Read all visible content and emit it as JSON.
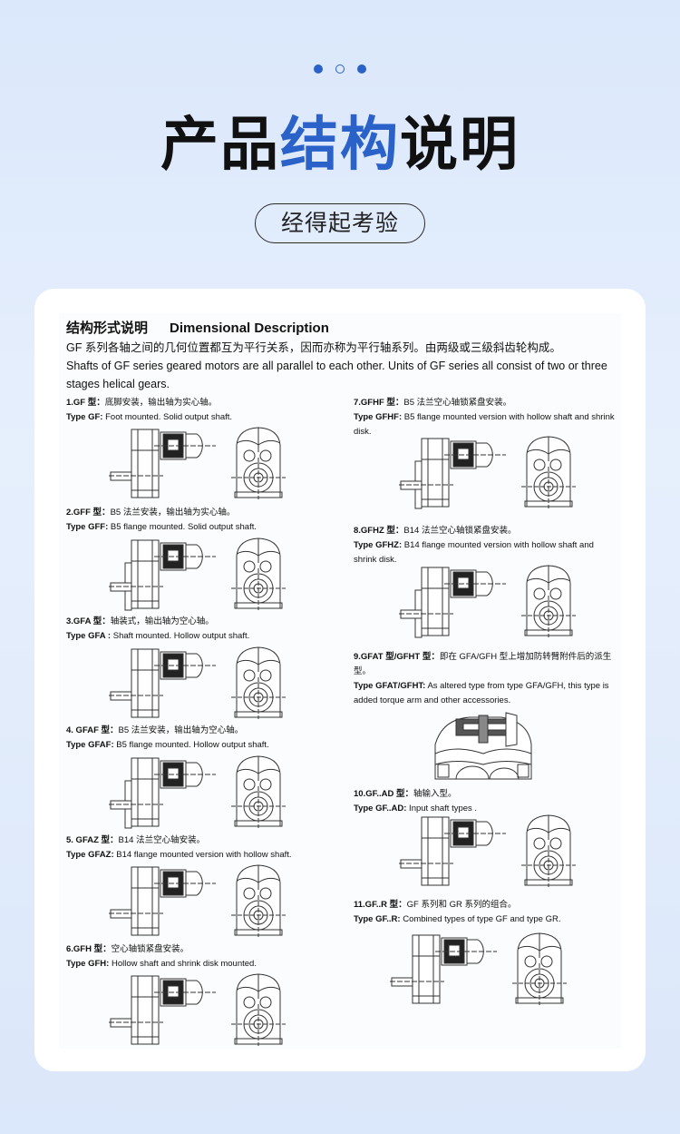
{
  "header": {
    "title_part1": "产品",
    "title_part2": "结构",
    "title_part3": "说明",
    "subtitle": "经得起考验",
    "accent": "#2a62c9"
  },
  "doc": {
    "heading_cn": "结构形式说明",
    "heading_en": "Dimensional Description",
    "intro_cn": "GF 系列各轴之间的几何位置都互为平行关系，因而亦称为平行轴系列。由两级或三级斜齿轮构成。",
    "intro_en": "Shafts of GF series geared motors are all parallel to each other. Units of GF series all consist of two or three stages helical gears.",
    "items": [
      {
        "cn_label": "1.GF 型：",
        "cn": "底脚安装，输出轴为实心轴。",
        "en_label": "Type GF:",
        "en": " Foot mounted. Solid output shaft."
      },
      {
        "cn_label": "2.GFF 型：",
        "cn": "B5 法兰安装，输出轴为实心轴。",
        "en_label": "Type GFF:",
        "en": " B5 flange mounted. Solid output shaft."
      },
      {
        "cn_label": "3.GFA 型：",
        "cn": "轴装式，输出轴为空心轴。",
        "en_label": "Type GFA :",
        "en": " Shaft mounted. Hollow output shaft."
      },
      {
        "cn_label": "4. GFAF 型：",
        "cn": "B5 法兰安装，输出轴为空心轴。",
        "en_label": "Type GFAF:",
        "en": " B5 flange mounted. Hollow output shaft."
      },
      {
        "cn_label": "5. GFAZ 型：",
        "cn": "B14 法兰空心轴安装。",
        "en_label": "Type GFAZ:",
        "en": " B14 flange mounted version with hollow shaft."
      },
      {
        "cn_label": "6.GFH 型：",
        "cn": "空心轴锁紧盘安装。",
        "en_label": "Type GFH:",
        "en": " Hollow shaft and shrink disk mounted."
      },
      {
        "cn_label": "7.GFHF 型：",
        "cn": "B5 法兰空心轴锁紧盘安装。",
        "en_label": "Type GFHF:",
        "en": " B5 flange mounted version with hollow shaft and shrink disk."
      },
      {
        "cn_label": "8.GFHZ 型：",
        "cn": "B14 法兰空心轴锁紧盘安装。",
        "en_label": "Type GFHZ:",
        "en": " B14 flange mounted version with hollow shaft and shrink disk."
      },
      {
        "cn_label": "9.GFAT 型/GFHT 型：",
        "cn": "即在 GFA/GFH 型上增加防转臂附件后的派生型。",
        "en_label": "Type GFAT/GFHT:",
        "en": " As altered type from type GFA/GFH, this type is added torque arm and other accessories."
      },
      {
        "cn_label": "10.GF..AD 型：",
        "cn": "轴输入型。",
        "en_label": "Type GF..AD:",
        "en": " Input shaft types ."
      },
      {
        "cn_label": "11.GF..R 型：",
        "cn": "GF 系列和 GR 系列的组合。",
        "en_label": "Type GF..R:",
        "en": " Combined types of type GF and type GR."
      }
    ]
  }
}
